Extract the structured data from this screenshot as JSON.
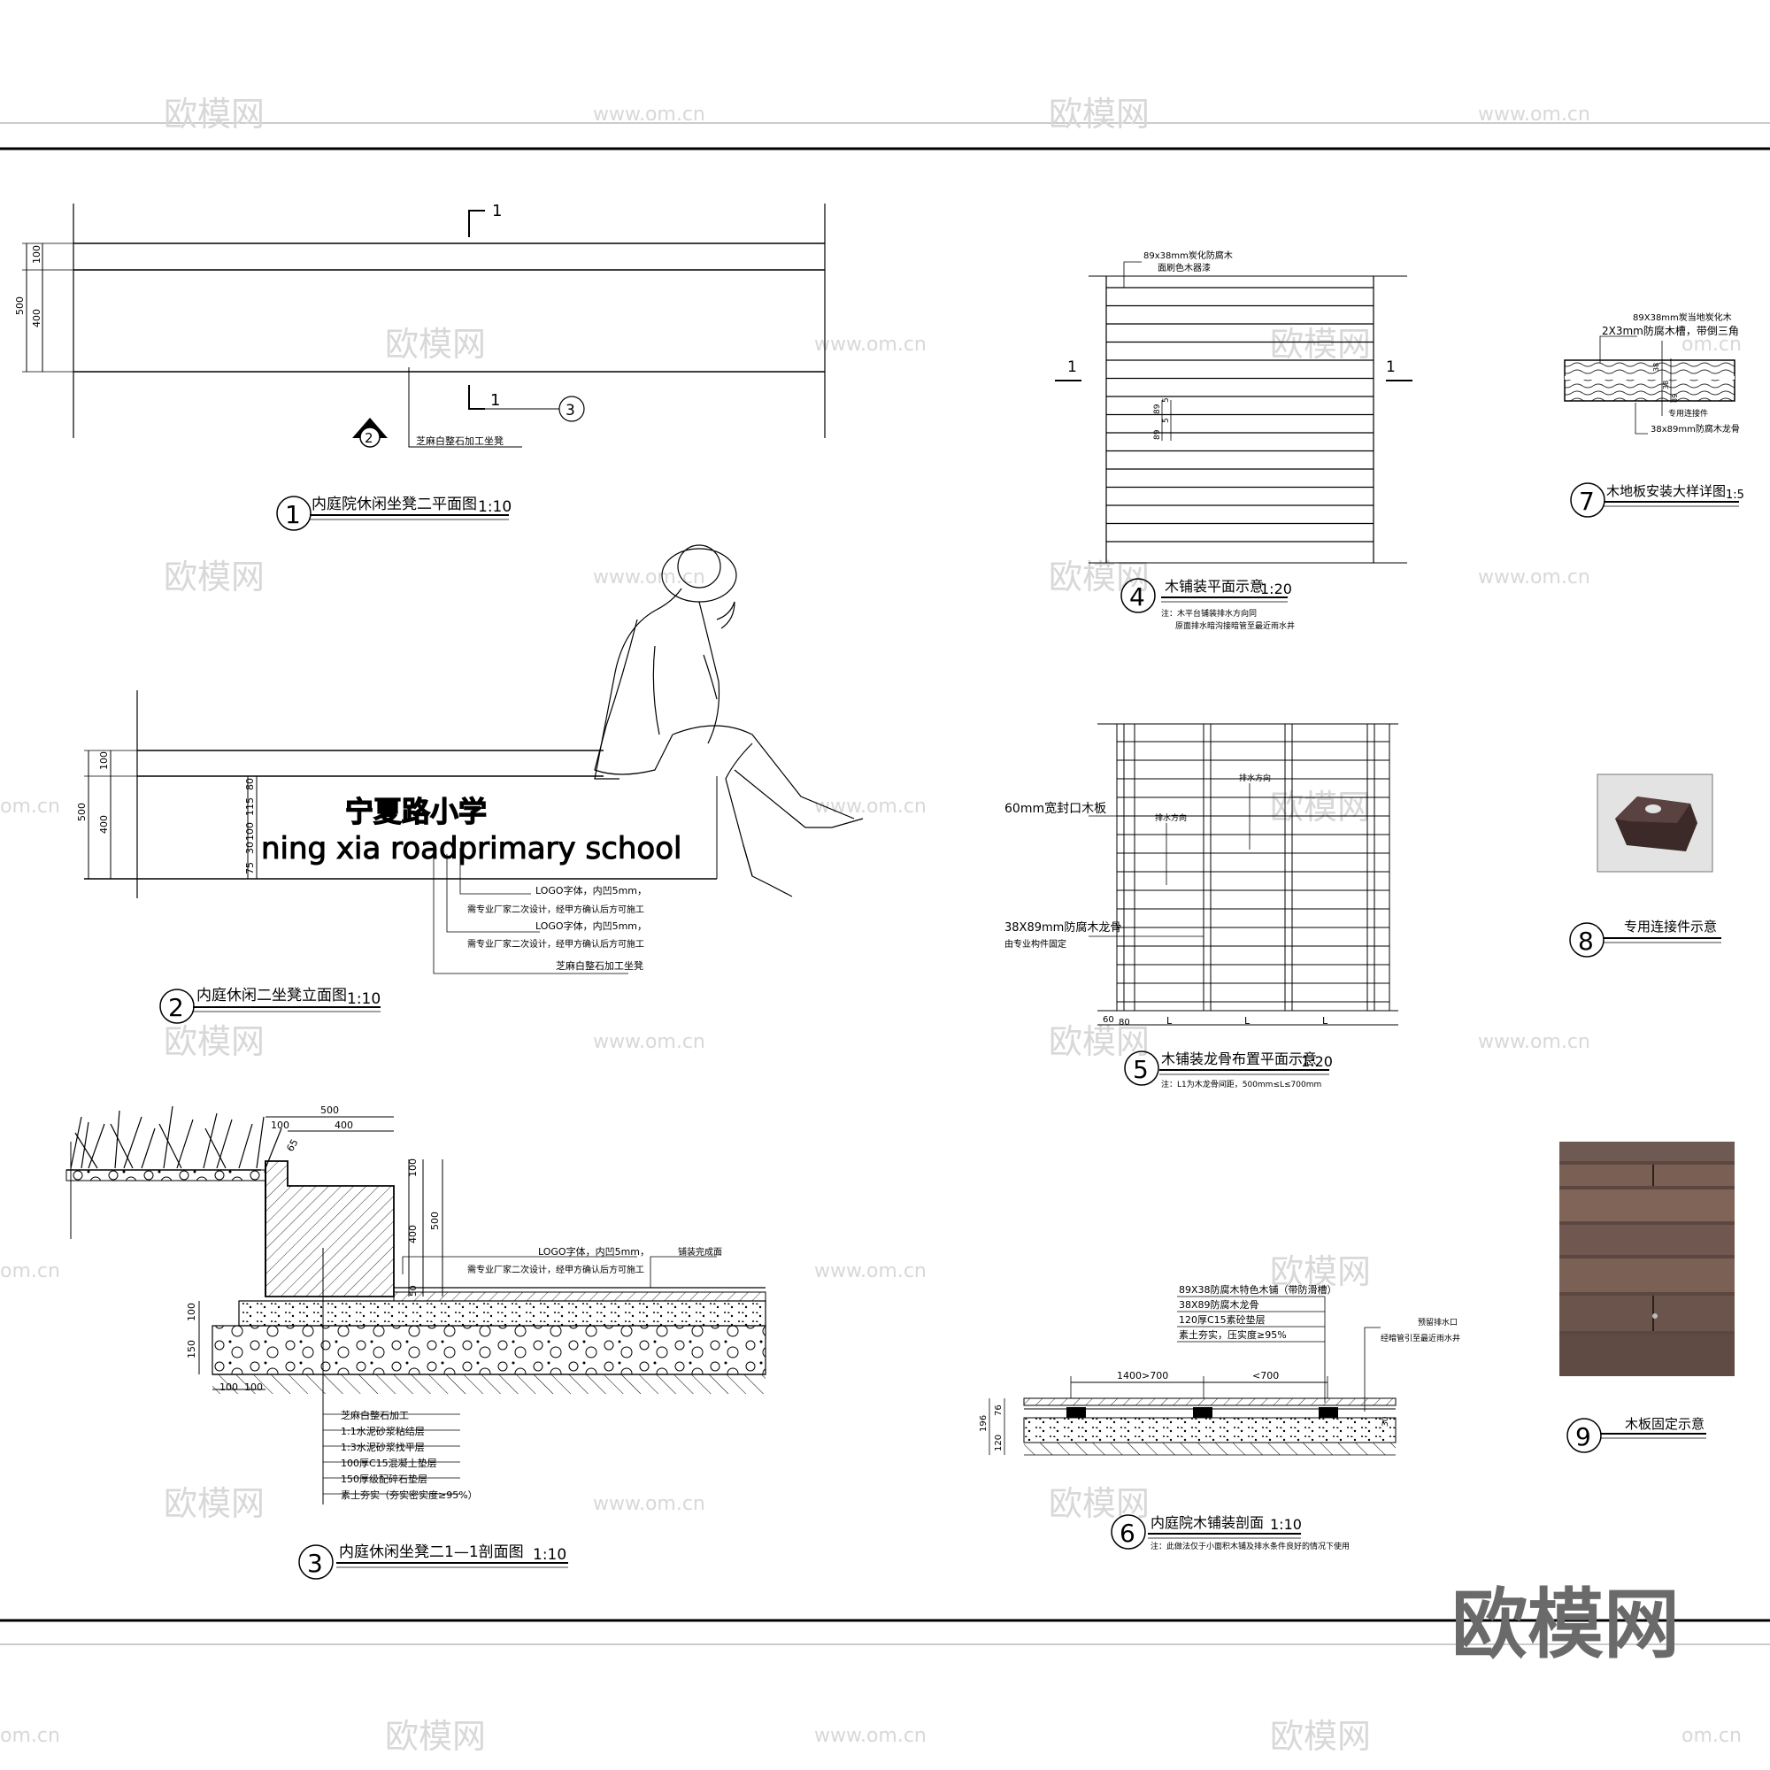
{
  "watermarks": {
    "logo": "欧模网",
    "url": "www.om.cn",
    "url_partial": "om.cn",
    "big_logo": "欧模网"
  },
  "drawing1": {
    "number": "1",
    "title": "内庭院休闲坐凳二平面图",
    "scale": "1:10",
    "section_mark": "1",
    "ref_number": "3",
    "elev_ref": "2",
    "dims": [
      "500",
      "100",
      "400"
    ],
    "note": "芝麻白整石加工坐凳"
  },
  "drawing2": {
    "number": "2",
    "title": "内庭休闲二坐凳立面图",
    "scale": "1:10",
    "sign_cn": "宁夏路小学",
    "sign_en": "ning xia roadprimary school",
    "dims_left": [
      "500",
      "100",
      "400"
    ],
    "dims_inner": [
      "80",
      "115",
      "100",
      "30",
      "75"
    ],
    "notes": [
      "LOGO字体，内凹5mm，",
      "需专业厂家二次设计，经甲方确认后方可施工",
      "LOGO字体，内凹5mm，",
      "需专业厂家二次设计，经甲方确认后方可施工",
      "芝麻白整石加工坐凳"
    ]
  },
  "drawing3": {
    "number": "3",
    "title": "内庭休闲坐凳二1—1剖面图",
    "scale": "1:10",
    "dims_top": [
      "500",
      "100",
      "400"
    ],
    "dim_slope": "65",
    "dims_right": [
      "100",
      "400",
      "500",
      "50"
    ],
    "dims_left": [
      "100",
      "150"
    ],
    "dims_bottom": [
      "100",
      "100"
    ],
    "top_notes": [
      "LOGO字体，内凹5mm，",
      "需专业厂家二次设计，经甲方确认后方可施工",
      "铺装完成面"
    ],
    "layers": [
      "芝麻白整石加工",
      "1:1水泥砂浆粘结层",
      "1:3水泥砂浆找平层",
      "100厚C15混凝土垫层",
      "150厚级配碎石垫层",
      "素土夯实（夯实密实度≥95%）"
    ]
  },
  "drawing4": {
    "number": "4",
    "title": "木铺装平面示意",
    "scale": "1:20",
    "top_note_1": "89x38mm炭化防腐木",
    "top_note_2": "面刷色木器漆",
    "section_mark": "1",
    "dims": [
      "89",
      "5"
    ],
    "note_1": "注：木平台铺装排水方向同",
    "note_2": "原面排水暗沟接暗管至最近雨水井"
  },
  "drawing5": {
    "number": "5",
    "title": "木铺装龙骨布置平面示意",
    "scale": "1:20",
    "label_1": "60mm宽封口木板",
    "label_2": "38X89mm防腐木龙骨",
    "label_3": "由专业构件固定",
    "flow_1": "排水方向",
    "flow_2": "排水方向",
    "dims_bottom": [
      "60",
      "80",
      "L",
      "L",
      "L"
    ],
    "note": "注：L1为木龙骨间距，500mm≤L≤700mm"
  },
  "drawing6": {
    "number": "6",
    "title": "内庭院木铺装剖面",
    "scale": "1:10",
    "layers": [
      "89X38防腐木特色木铺（带防滑槽）",
      "38X89防腐木龙骨",
      "120厚C15素砼垫层",
      "素土夯实，压实度≥95%"
    ],
    "right_note_1": "预留排水口",
    "right_note_2": "经暗管引至最近雨水井",
    "dims": [
      "1400>700",
      "<700",
      "196",
      "120",
      "76",
      "30"
    ],
    "note": "注：此做法仅于小面积木铺及排水条件良好的情况下使用"
  },
  "drawing7": {
    "number": "7",
    "title": "木地板安装大样详图",
    "scale": "1:5",
    "notes": [
      "89X38mm炭当地炭化木",
      "2X3mm防腐木槽，带倒三角",
      "专用连接件",
      "38x89mm防腐木龙骨"
    ],
    "dims": [
      "38",
      "38",
      "89"
    ]
  },
  "drawing8": {
    "number": "8",
    "title": "专用连接件示意"
  },
  "drawing9": {
    "number": "9",
    "title": "木板固定示意"
  }
}
